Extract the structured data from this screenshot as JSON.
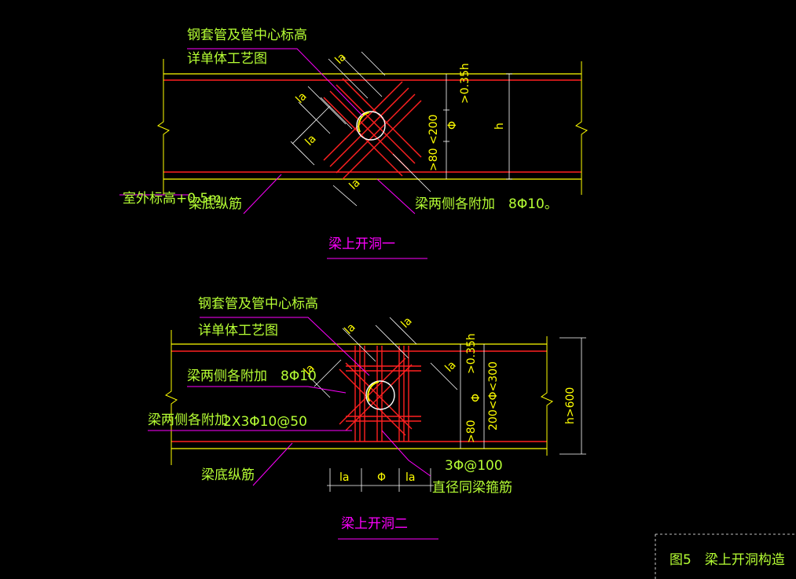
{
  "detail1": {
    "note_sleeve": "钢套管及管中心标高",
    "note_detail": "详单体工艺图",
    "note_outdoor": "室外标高+0.5m",
    "note_bottom_bar": "梁底纵筋",
    "note_side_add": "梁两侧各附加　8Φ10。",
    "dim_la": "la",
    "dim_top": ">0.35h",
    "dim_phi_range": ">80 <200",
    "dim_phi": "Φ",
    "dim_h": "h",
    "title": "梁上开洞一"
  },
  "detail2": {
    "note_sleeve": "钢套管及管中心标高",
    "note_detail": "详单体工艺图",
    "note_side_add_1": "梁两侧各附加　8Φ10",
    "note_side_add_2": "梁两侧各附加",
    "note_side_add_2_spec": "2X3Φ10@50",
    "note_bottom_bar": "梁底纵筋",
    "note_stirrup": "3Φ@100",
    "note_stirrup_2": "直径同梁箍筋",
    "dim_la": "la",
    "dim_top": ">0.35h",
    "dim_phi_range": "200<Φ<300",
    "dim_phi": "Φ",
    "dim_bottom": ">80",
    "dim_h": "h>600",
    "title": "梁上开洞二"
  },
  "figure_caption": "图5　梁上开洞构造"
}
